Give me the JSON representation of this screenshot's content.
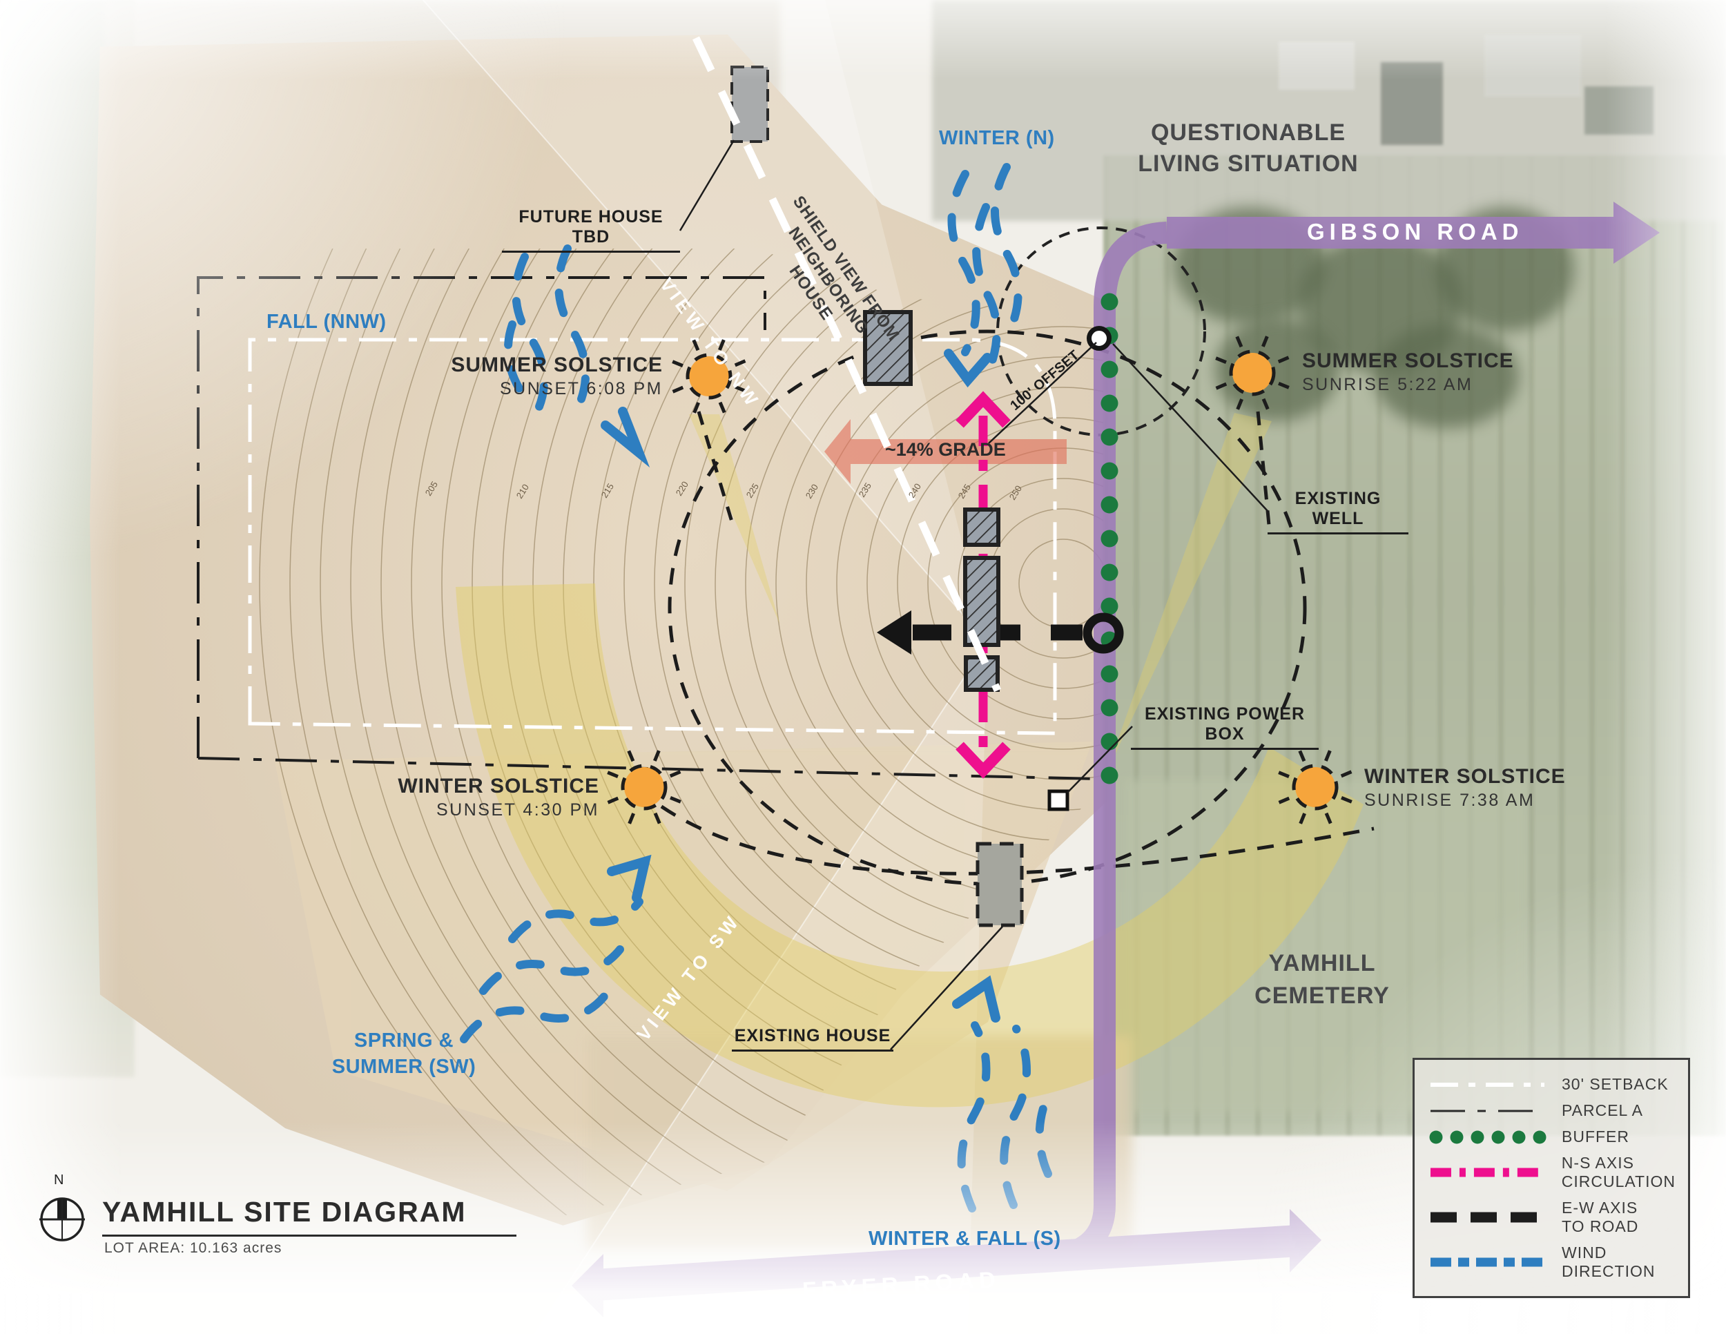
{
  "title": {
    "name": "YAMHILL SITE DIAGRAM",
    "lot_area": "LOT AREA: 10.163 acres",
    "compass_n": "N"
  },
  "roads": {
    "gibson": "GIBSON  ROAD",
    "fryer": "FRYER  ROAD"
  },
  "areas": {
    "questionable": "QUESTIONABLE\nLIVING SITUATION",
    "cemetery": "YAMHILL\nCEMETERY"
  },
  "suns": [
    {
      "id": "summer-sunset",
      "title": "SUMMER SOLSTICE",
      "sub": "SUNSET 6:08 PM"
    },
    {
      "id": "summer-sunrise",
      "title": "SUMMER SOLSTICE",
      "sub": "SUNRISE 5:22 AM"
    },
    {
      "id": "winter-sunset",
      "title": "WINTER SOLSTICE",
      "sub": "SUNSET 4:30 PM"
    },
    {
      "id": "winter-sunrise",
      "title": "WINTER SOLSTICE",
      "sub": "SUNRISE 7:38 AM"
    }
  ],
  "winds": [
    {
      "label": "WINTER (N)"
    },
    {
      "label": "FALL (NNW)"
    },
    {
      "label": "SPRING &\nSUMMER (SW)"
    },
    {
      "label": "WINTER & FALL (S)"
    }
  ],
  "callouts": {
    "future_house": "FUTURE HOUSE TBD",
    "existing_well": "EXISTING WELL",
    "existing_power_box": "EXISTING POWER BOX",
    "existing_house": "EXISTING HOUSE",
    "grade": "~14% GRADE",
    "offset": "100' OFFSET"
  },
  "views": {
    "nw": "VIEW  TO  NW",
    "sw": "VIEW  TO  SW",
    "shield": "SHIELD VIEW FROM\nNEIGHBORING HOUSE"
  },
  "legend": {
    "items": [
      {
        "key": "setback",
        "label": "30' SETBACK"
      },
      {
        "key": "parcel",
        "label": "PARCEL A"
      },
      {
        "key": "buffer",
        "label": "BUFFER"
      },
      {
        "key": "ns-axis",
        "label": "N-S AXIS\nCIRCULATION"
      },
      {
        "key": "ew-axis",
        "label": "E-W AXIS\nTO ROAD"
      },
      {
        "key": "wind",
        "label": "WIND\nDIRECTION"
      }
    ]
  },
  "contour_labels": [
    "205",
    "210",
    "215",
    "220",
    "225",
    "230",
    "235",
    "240",
    "245",
    "250"
  ],
  "colors": {
    "road": "#9d7cb8",
    "buffer": "#1b7a3f",
    "pink": "#ee0f8e",
    "blue": "#2e7ec0",
    "sun": "#f6a53c",
    "yellow": "#e2cf66",
    "grade": "#e0705a",
    "contour": "#87734f"
  }
}
